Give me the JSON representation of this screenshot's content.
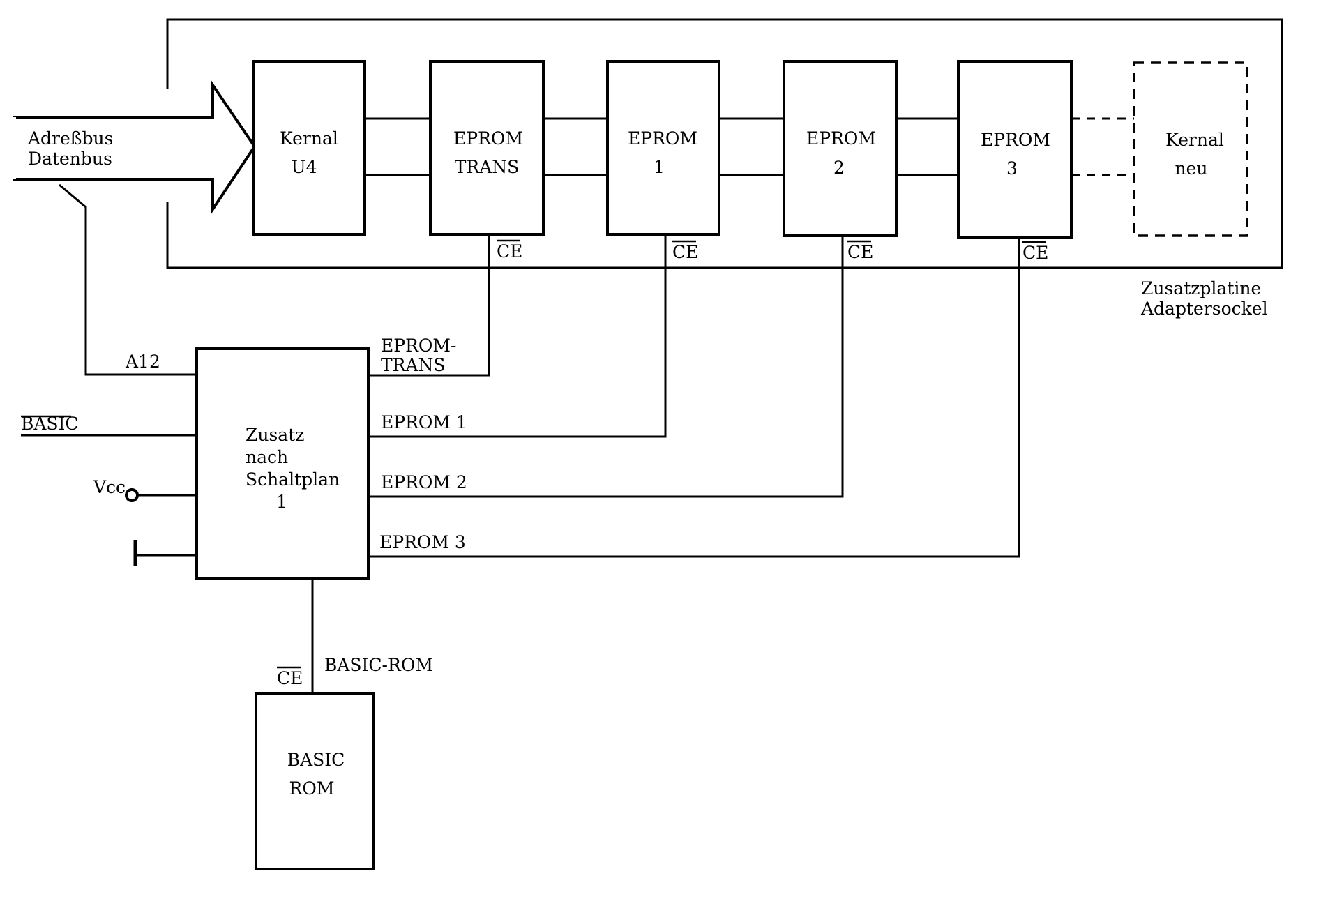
{
  "bus": {
    "line1": "Adreßbus",
    "line2": "Datenbus"
  },
  "kernal": {
    "line1": "Kernal",
    "line2": "U4"
  },
  "eprom_trans": {
    "line1": "EPROM",
    "line2": "TRANS"
  },
  "eprom1": {
    "line1": "EPROM",
    "line2": "1"
  },
  "eprom2": {
    "line1": "EPROM",
    "line2": "2"
  },
  "eprom3": {
    "line1": "EPROM",
    "line2": "3"
  },
  "kernal_neu": {
    "line1": "Kernal",
    "line2": "neu"
  },
  "ce_label": "CE",
  "board": {
    "line1": "Zusatzplatine",
    "line2": "Adaptersockel"
  },
  "zusatz": {
    "line1": "Zusatz",
    "line2": "nach",
    "line3": "Schaltplan",
    "line4": "1"
  },
  "inputs": {
    "a12": "A12",
    "basic": "BASIC",
    "vcc": "Vcc"
  },
  "outputs": {
    "eprom_trans_1": "EPROM-",
    "eprom_trans_2": "TRANS",
    "eprom1": "EPROM 1",
    "eprom2": "EPROM 2",
    "eprom3": "EPROM 3",
    "basic_rom": "BASIC-ROM"
  },
  "basic_rom": {
    "line1": "BASIC",
    "line2": "ROM"
  }
}
